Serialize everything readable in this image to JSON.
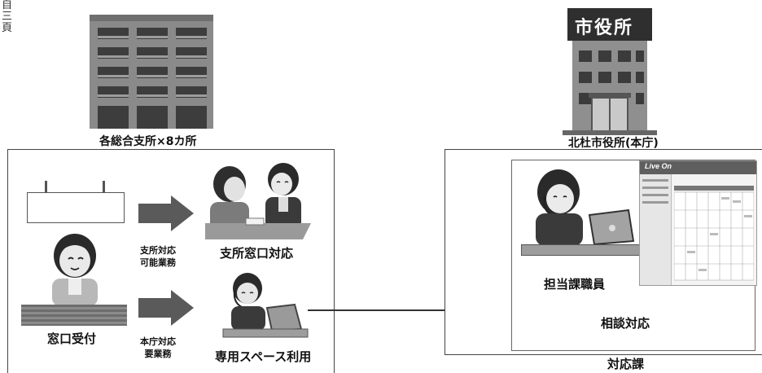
{
  "left_edge_chars": [
    "自",
    "三",
    "頁"
  ],
  "branch_building_label": "各総合支所×8カ所",
  "city_hall_sign": "市役所",
  "city_hall_label": "北杜市役所(本庁)",
  "window_reception_label": "窓口受付",
  "arrow1_label_line1": "支所対応",
  "arrow1_label_line2": "可能業務",
  "arrow2_label_line1": "本庁対応",
  "arrow2_label_line2": "要業務",
  "branch_window_label": "支所窓口対応",
  "dedicated_space_label": "専用スペース利用",
  "staff_label": "担当課職員",
  "consultation_label": "相談対応",
  "dept_label": "対応課",
  "app_title": "Live On"
}
